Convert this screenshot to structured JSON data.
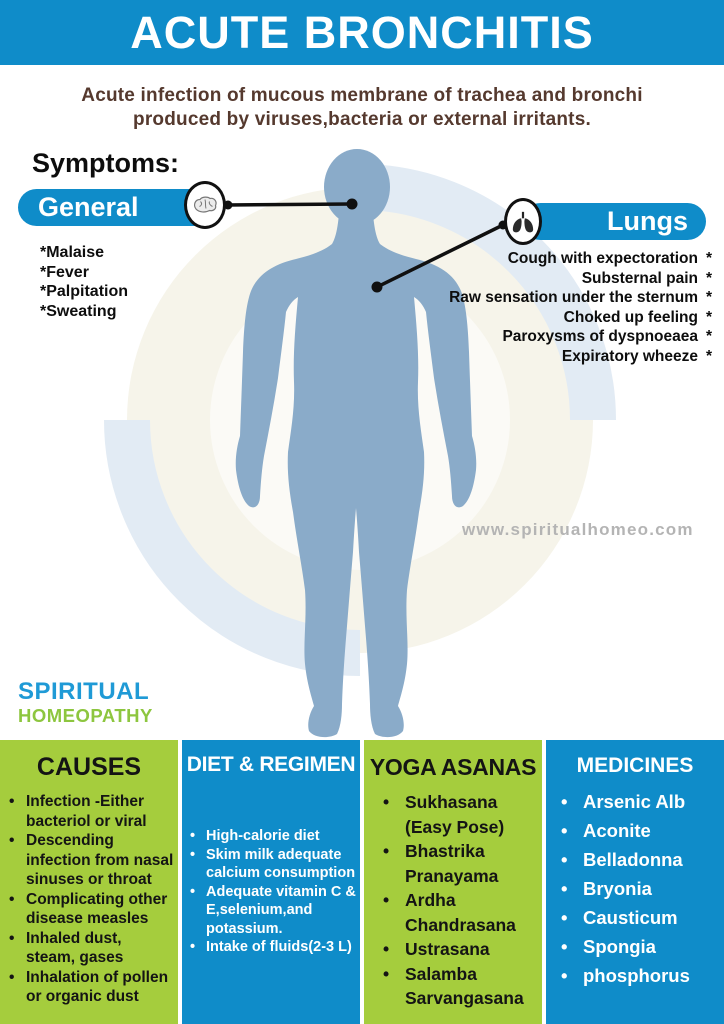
{
  "header": {
    "title": "ACUTE BRONCHITIS"
  },
  "intro": {
    "line1": "Acute infection of mucous membrane of trachea and bronchi",
    "line2": "produced by viruses,bacteria or external irritants."
  },
  "symptoms": {
    "label": "Symptoms:",
    "general": {
      "label": "General",
      "items": [
        "*Malaise",
        "*Fever",
        "*Palpitation",
        "*Sweating"
      ]
    },
    "lungs": {
      "label": "Lungs",
      "marker": "*",
      "items": [
        "Cough with expectoration",
        "Substernal pain",
        "Raw sensation under the sternum",
        "Choked up feeling",
        "Paroxysms of dyspnoeaea",
        "Expiratory wheeze"
      ]
    }
  },
  "watermark": "www.spiritualhomeo.com",
  "logo": {
    "line1": "SPIRITUAL",
    "line2": "HOMEOPATHY"
  },
  "sections": [
    {
      "title": "CAUSES",
      "theme": "green",
      "items": [
        "Infection -Either bacteriol or viral",
        "Descending infection from nasal sinuses or throat",
        "Complicating other disease measles",
        "Inhaled dust, steam, gases",
        "Inhalation of pollen or organic dust"
      ]
    },
    {
      "title": "DIET & REGIMEN",
      "theme": "blue",
      "items": [
        "High-calorie diet",
        "Skim milk adequate calcium consumption",
        "Adequate vitamin C & E,selenium,and potassium.",
        "Intake of fluids(2-3 L)"
      ]
    },
    {
      "title": "YOGA ASANAS",
      "theme": "green",
      "items": [
        "Sukhasana (Easy Pose)",
        "Bhastrika Pranayama",
        "Ardha Chandrasana",
        "Ustrasana",
        "Salamba Sarvangasana"
      ]
    },
    {
      "title": "MEDICINES",
      "theme": "blue",
      "items": [
        "Arsenic Alb",
        "Aconite",
        "Belladonna",
        "Bryonia",
        "Causticum",
        "Spongia",
        "phosphorus"
      ]
    }
  ],
  "colors": {
    "blue": "#0f8cc9",
    "green": "#a5cd3d",
    "body-blue": "#8aabc9",
    "brown": "#55392e",
    "logo-blue": "#1f9ad6",
    "logo-green": "#8dc63f",
    "gray": "#b4b4b4",
    "circle-beige": "#f6f4ea",
    "swoosh-blue": "#e2ebf4"
  }
}
